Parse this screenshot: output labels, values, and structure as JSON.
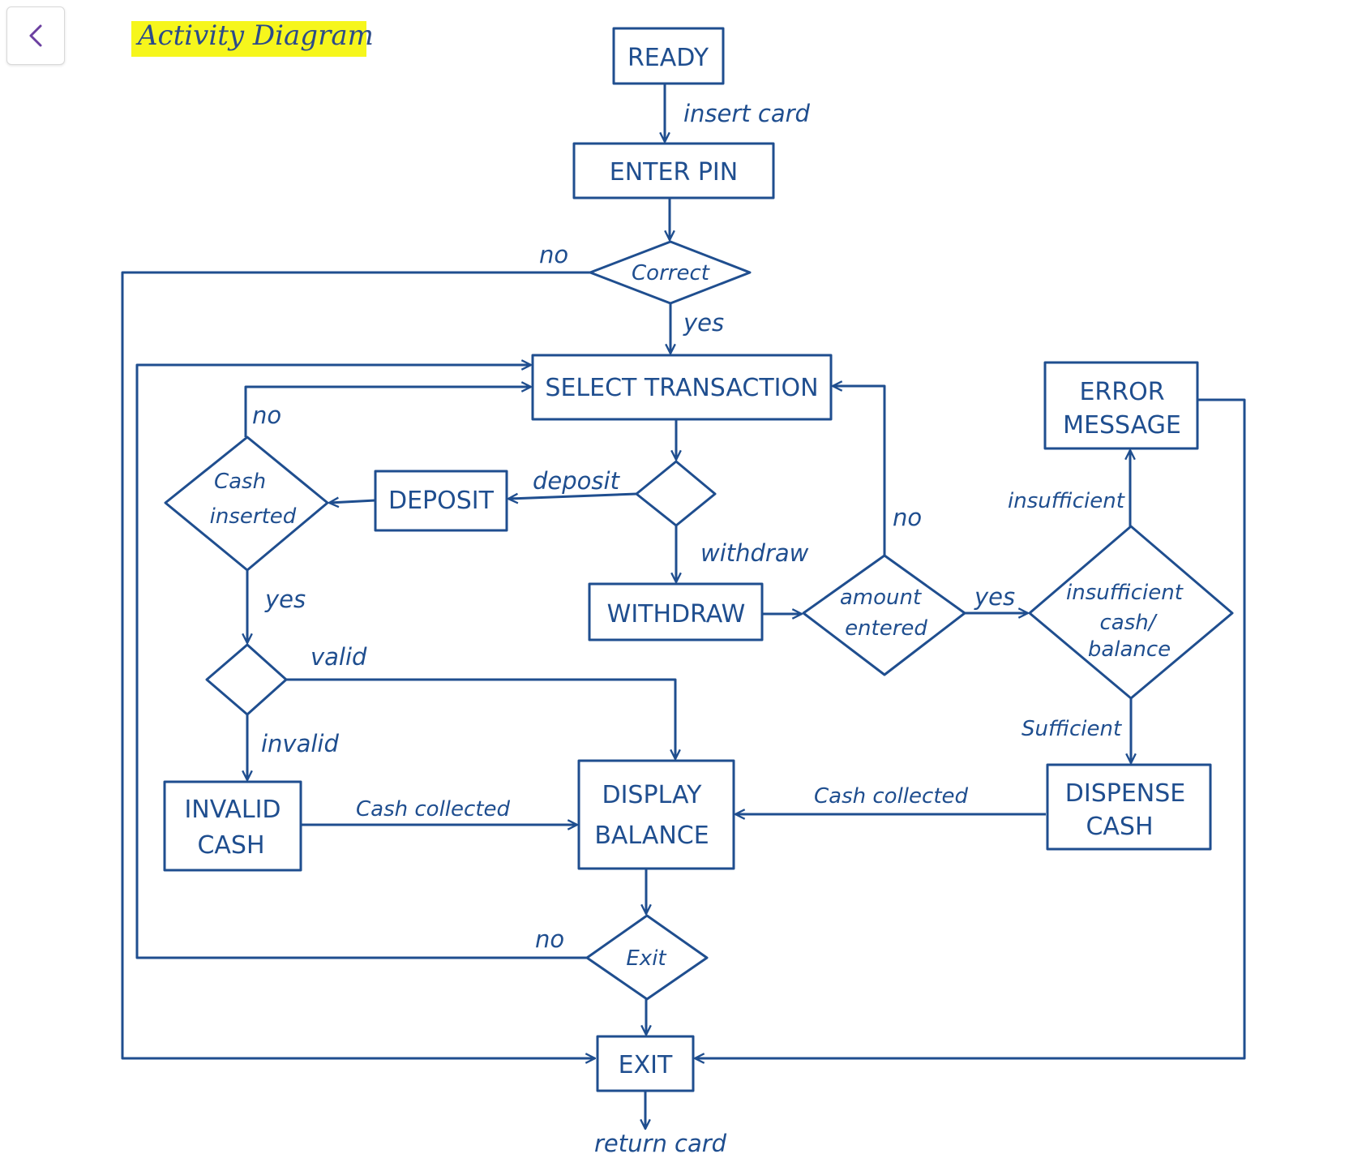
{
  "header": {
    "back_icon": "chevron-left-icon",
    "title": "Activity Diagram"
  },
  "colors": {
    "stroke": "#1f4e8f",
    "highlight": "#f6f61c",
    "back_icon": "#6b3fa0"
  },
  "nodes": {
    "ready": "READY",
    "enter_pin": "ENTER PIN",
    "correct": "Correct",
    "select_transaction": "SELECT TRANSACTION",
    "deposit": "DEPOSIT",
    "cash_inserted": [
      "Cash",
      "inserted"
    ],
    "withdraw": "WITHDRAW",
    "amount_entered": [
      "amount",
      "entered"
    ],
    "insufficient_check": [
      "insufficient",
      "cash/",
      "balance"
    ],
    "error_message": [
      "ERROR",
      "MESSAGE"
    ],
    "invalid_cash": [
      "INVALID",
      "CASH"
    ],
    "display_balance": [
      "DISPLAY",
      "BALANCE"
    ],
    "dispense_cash": [
      "DISPENSE",
      "CASH"
    ],
    "exit_decision": "Exit",
    "exit": "EXIT"
  },
  "edges": {
    "insert_card": "insert card",
    "correct_no": "no",
    "correct_yes": "yes",
    "deposit": "deposit",
    "withdraw": "withdraw",
    "cash_no": "no",
    "cash_yes": "yes",
    "valid": "valid",
    "invalid": "invalid",
    "amount_no": "no",
    "amount_yes": "yes",
    "insufficient": "insufficient",
    "sufficient": "Sufficient",
    "invalid_cash_collected": "Cash collected",
    "dispense_cash_collected": "Cash collected",
    "exit_no": "no",
    "return_card": "return card"
  }
}
